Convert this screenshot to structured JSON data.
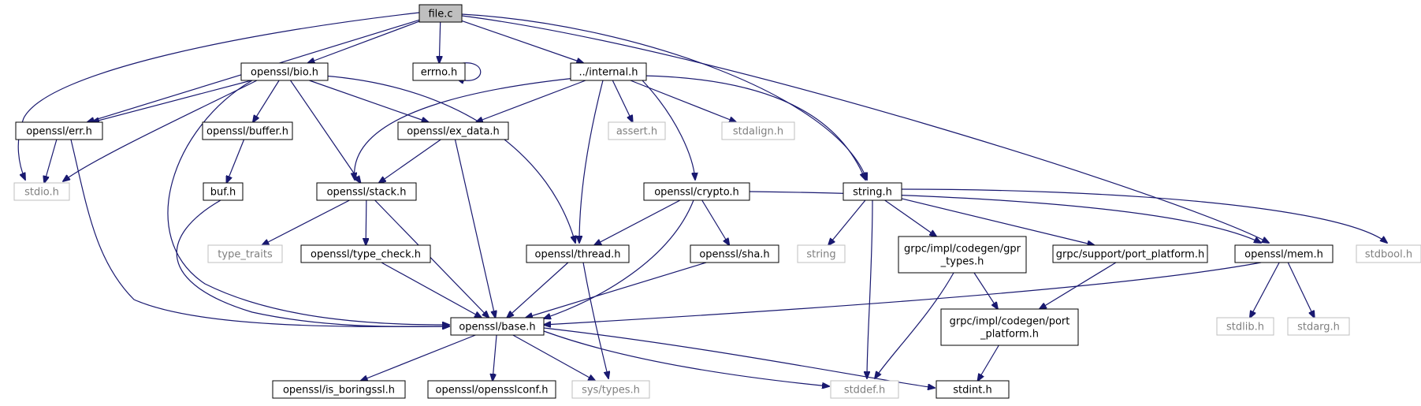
{
  "colors": {
    "edge": "#191970",
    "node_border": "#000000",
    "system_node_border": "#bfbfbf",
    "root_fill": "#bfbfbf"
  },
  "nodes": [
    {
      "id": "file_c",
      "label": "file.c",
      "kind": "root"
    },
    {
      "id": "bio",
      "label": "openssl/bio.h",
      "kind": "doc"
    },
    {
      "id": "errno",
      "label": "errno.h",
      "kind": "doc"
    },
    {
      "id": "internal",
      "label": "../internal.h",
      "kind": "doc"
    },
    {
      "id": "err",
      "label": "openssl/err.h",
      "kind": "doc"
    },
    {
      "id": "buffer",
      "label": "openssl/buffer.h",
      "kind": "doc"
    },
    {
      "id": "ex_data",
      "label": "openssl/ex_data.h",
      "kind": "doc"
    },
    {
      "id": "assert",
      "label": "assert.h",
      "kind": "sys"
    },
    {
      "id": "stdalign",
      "label": "stdalign.h",
      "kind": "sys"
    },
    {
      "id": "stdio",
      "label": "stdio.h",
      "kind": "sys"
    },
    {
      "id": "buf",
      "label": "buf.h",
      "kind": "doc"
    },
    {
      "id": "stack",
      "label": "openssl/stack.h",
      "kind": "doc"
    },
    {
      "id": "crypto",
      "label": "openssl/crypto.h",
      "kind": "doc"
    },
    {
      "id": "string_h",
      "label": "string.h",
      "kind": "doc"
    },
    {
      "id": "type_traits",
      "label": "type_traits",
      "kind": "sys"
    },
    {
      "id": "type_check",
      "label": "openssl/type_check.h",
      "kind": "doc"
    },
    {
      "id": "thread",
      "label": "openssl/thread.h",
      "kind": "doc"
    },
    {
      "id": "sha",
      "label": "openssl/sha.h",
      "kind": "doc"
    },
    {
      "id": "string",
      "label": "string",
      "kind": "sys"
    },
    {
      "id": "gpr_types",
      "label": "grpc/impl/codegen/gpr\n_types.h",
      "kind": "doc"
    },
    {
      "id": "port_platform_support",
      "label": "grpc/support/port_platform.h",
      "kind": "doc"
    },
    {
      "id": "mem",
      "label": "openssl/mem.h",
      "kind": "doc"
    },
    {
      "id": "stdbool",
      "label": "stdbool.h",
      "kind": "sys"
    },
    {
      "id": "base",
      "label": "openssl/base.h",
      "kind": "doc"
    },
    {
      "id": "port_platform_codegen",
      "label": "grpc/impl/codegen/port\n_platform.h",
      "kind": "doc"
    },
    {
      "id": "stdlib",
      "label": "stdlib.h",
      "kind": "sys"
    },
    {
      "id": "stdarg",
      "label": "stdarg.h",
      "kind": "sys"
    },
    {
      "id": "is_boringssl",
      "label": "openssl/is_boringssl.h",
      "kind": "doc"
    },
    {
      "id": "opensslconf",
      "label": "openssl/opensslconf.h",
      "kind": "doc"
    },
    {
      "id": "sys_types",
      "label": "sys/types.h",
      "kind": "sys"
    },
    {
      "id": "stddef",
      "label": "stddef.h",
      "kind": "sys"
    },
    {
      "id": "stdint",
      "label": "stdint.h",
      "kind": "doc"
    }
  ],
  "edges": [
    [
      "file_c",
      "stdio"
    ],
    [
      "file_c",
      "err"
    ],
    [
      "file_c",
      "bio"
    ],
    [
      "file_c",
      "errno"
    ],
    [
      "file_c",
      "internal"
    ],
    [
      "file_c",
      "string_h"
    ],
    [
      "file_c",
      "mem"
    ],
    [
      "errno",
      "errno"
    ],
    [
      "bio",
      "err"
    ],
    [
      "bio",
      "stdio"
    ],
    [
      "bio",
      "buffer"
    ],
    [
      "bio",
      "ex_data"
    ],
    [
      "bio",
      "stack"
    ],
    [
      "bio",
      "thread"
    ],
    [
      "bio",
      "base"
    ],
    [
      "err",
      "stdio"
    ],
    [
      "err",
      "base"
    ],
    [
      "internal",
      "stack"
    ],
    [
      "internal",
      "ex_data"
    ],
    [
      "internal",
      "assert"
    ],
    [
      "internal",
      "stdalign"
    ],
    [
      "internal",
      "crypto"
    ],
    [
      "internal",
      "thread"
    ],
    [
      "internal",
      "string_h"
    ],
    [
      "buffer",
      "buf"
    ],
    [
      "buf",
      "base"
    ],
    [
      "ex_data",
      "stack"
    ],
    [
      "ex_data",
      "base"
    ],
    [
      "stack",
      "type_traits"
    ],
    [
      "stack",
      "type_check"
    ],
    [
      "stack",
      "base"
    ],
    [
      "type_check",
      "base"
    ],
    [
      "crypto",
      "thread"
    ],
    [
      "crypto",
      "sha"
    ],
    [
      "crypto",
      "base"
    ],
    [
      "crypto",
      "mem"
    ],
    [
      "thread",
      "base"
    ],
    [
      "thread",
      "sys_types"
    ],
    [
      "sha",
      "base"
    ],
    [
      "string_h",
      "string"
    ],
    [
      "string_h",
      "gpr_types"
    ],
    [
      "string_h",
      "port_platform_support"
    ],
    [
      "string_h",
      "stddef"
    ],
    [
      "string_h",
      "stdbool"
    ],
    [
      "gpr_types",
      "port_platform_codegen"
    ],
    [
      "gpr_types",
      "stddef"
    ],
    [
      "port_platform_support",
      "port_platform_codegen"
    ],
    [
      "port_platform_codegen",
      "stdint"
    ],
    [
      "mem",
      "base"
    ],
    [
      "mem",
      "stdlib"
    ],
    [
      "mem",
      "stdarg"
    ],
    [
      "base",
      "is_boringssl"
    ],
    [
      "base",
      "opensslconf"
    ],
    [
      "base",
      "sys_types"
    ],
    [
      "base",
      "stddef"
    ],
    [
      "base",
      "stdint"
    ]
  ]
}
